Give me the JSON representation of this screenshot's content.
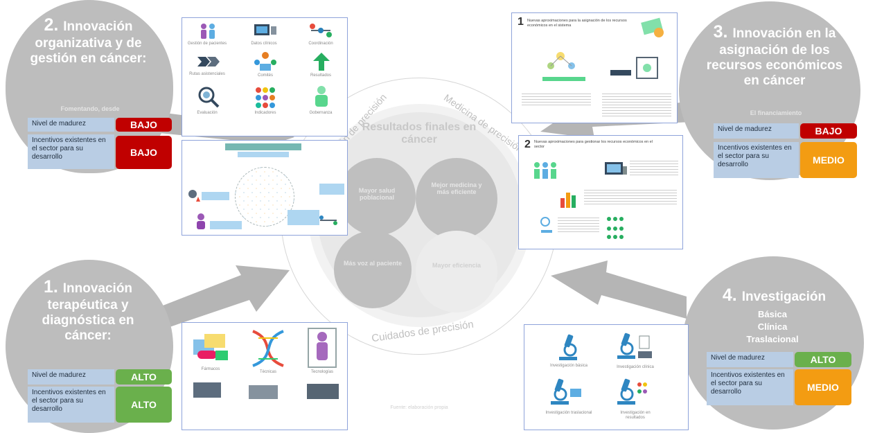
{
  "center": {
    "title": "Resultados finales en cáncer",
    "arc_top_left": "Prevención de precisión",
    "arc_top_right": "Medicina de precisión",
    "arc_bottom": "Cuidados de precisión",
    "circles": [
      "Mayor salud poblacional",
      "Mejor medicina y más eficiente",
      "Más voz al paciente",
      "Mayor eficiencia"
    ],
    "footer": "Fuente: elaboración propia"
  },
  "blocks": {
    "b2": {
      "num": "2.",
      "title": "Innovación organizativa y de gestión en cáncer:",
      "subtitle": "Fomentando, desde",
      "row1": "Nivel de madurez",
      "row2": "Incentivos existentes en el sector para su desarrollo",
      "badge1": "BAJO",
      "badge2": "BAJO"
    },
    "b3": {
      "num": "3.",
      "title": "Innovación en la asignación de los recursos económicos en cáncer",
      "subtitle": "El financiamiento",
      "row1": "Nivel de madurez",
      "row2": "Incentivos existentes en el sector para su desarrollo",
      "badge1": "BAJO",
      "badge2": "MEDIO"
    },
    "b1": {
      "num": "1.",
      "title": "Innovación terapéutica y diagnóstica en cáncer:",
      "row1": "Nivel de madurez",
      "row2": "Incentivos existentes en el sector para su desarrollo",
      "badge1": "ALTO",
      "badge2": "ALTO"
    },
    "b4": {
      "num": "4.",
      "title": "Investigación",
      "lines": [
        "Básica",
        "Clínica",
        "Traslacional"
      ],
      "row1": "Nivel de madurez",
      "row2": "Incentivos existentes en el sector para su desarrollo",
      "badge1": "ALTO",
      "badge2": "MEDIO"
    }
  },
  "panels": {
    "top_left_labels": [
      "Gestión de pacientes",
      "Datos clínicos",
      "Coordinación",
      "Rutas asistenciales",
      "Comités",
      "Resultados",
      "Evaluación",
      "Indicadores",
      "Gobernanza"
    ],
    "bottom_left_labels": [
      "Fármacos",
      "Técnicas",
      "Tecnologías"
    ],
    "top_right": {
      "num1": "1",
      "heading1": "Nuevas aproximaciones para la asignación de los recursos económicos en el sistema",
      "num2": "2",
      "heading2": "Nuevas aproximaciones para gestionar los recursos económicos en el sector"
    },
    "bottom_right_labels": [
      "Investigación básica",
      "Investigación clínica",
      "Investigación traslacional",
      "Investigación en resultados"
    ]
  }
}
